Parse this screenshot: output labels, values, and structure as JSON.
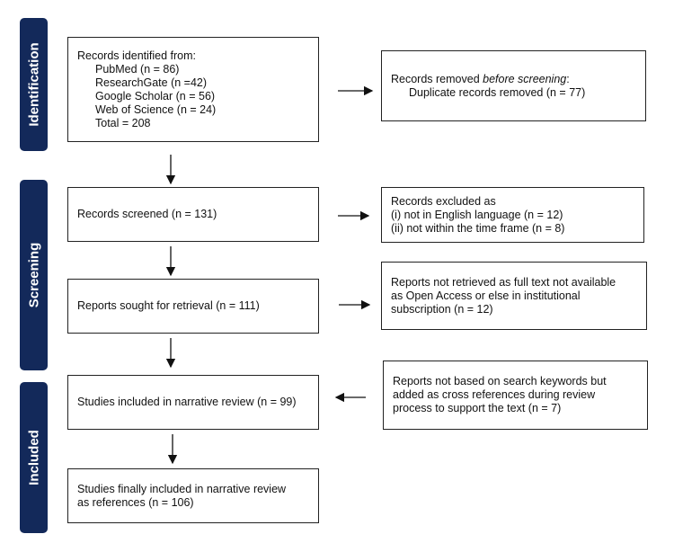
{
  "phases": [
    "Identification",
    "Screening",
    "Included"
  ],
  "identified": {
    "title": "Records identified from:",
    "sources": [
      "PubMed (n = 86)",
      "ResearchGate (n =42)",
      "Google Scholar (n = 56)",
      "Web of Science (n = 24)",
      "Total = 208"
    ]
  },
  "removed": {
    "prefix": "Records removed ",
    "emph": "before screening",
    "suffix": ":",
    "line": "Duplicate records removed (n = 77)"
  },
  "screened": "Records screened (n = 131)",
  "excluded": [
    "Records excluded as",
    "(i) not in English language (n = 12)",
    "(ii) not within the time frame (n = 8)"
  ],
  "sought": "Reports sought for retrieval (n = 111)",
  "not_retrieved": [
    "Reports not retrieved as full text not available",
    "as Open Access or else in institutional",
    "subscription (n = 12)"
  ],
  "included": "Studies included in narrative review (n = 99)",
  "cross_refs": [
    "Reports not based on search keywords but",
    "added as cross references during review",
    "process to support the text (n = 7)"
  ],
  "final": [
    "Studies finally included in narrative review",
    "as references (n = 106)"
  ],
  "colors": {
    "phase": "#13295a"
  }
}
